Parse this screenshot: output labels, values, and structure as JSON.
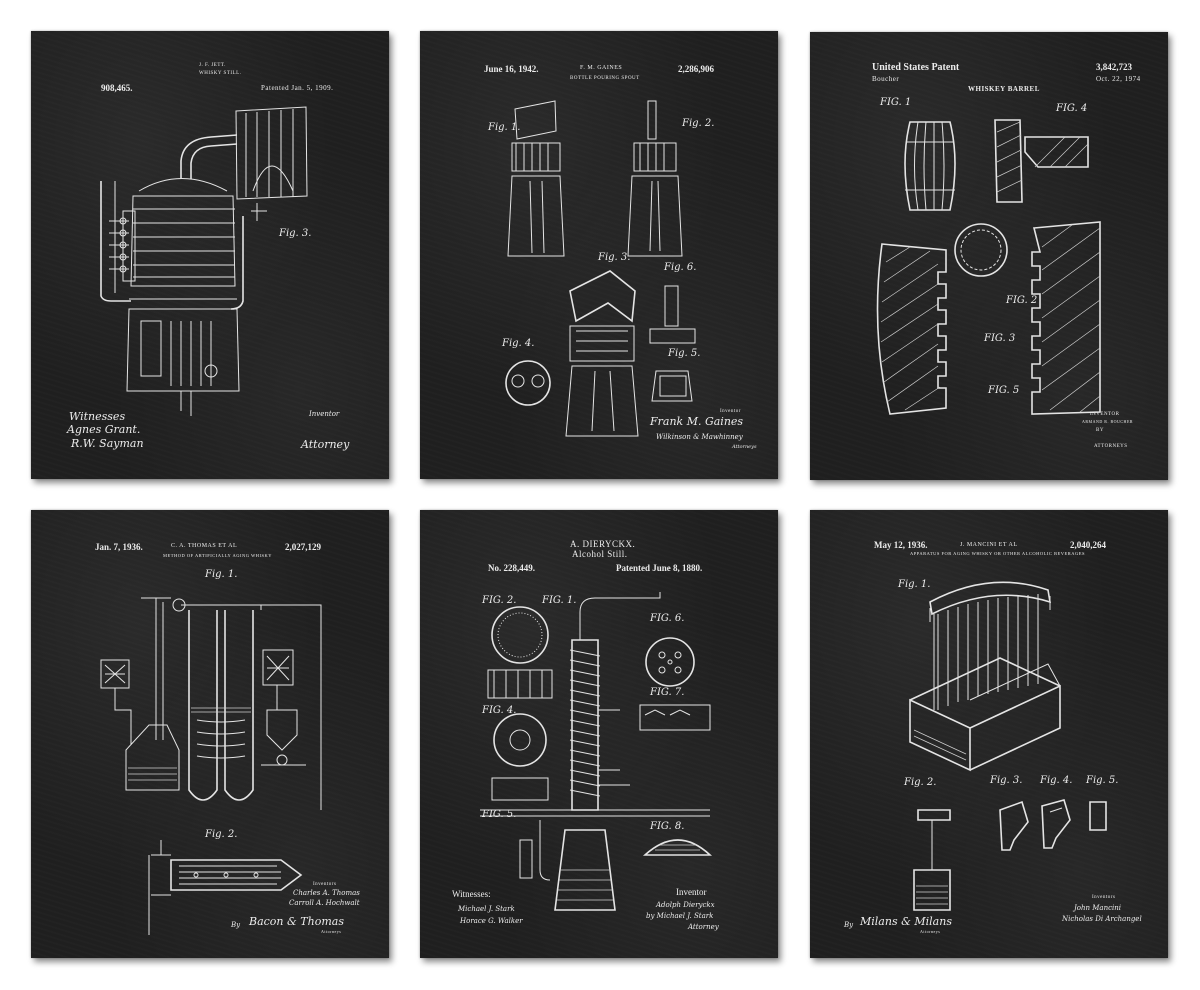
{
  "posters": [
    {
      "inventor_header": "J. F. JETT.",
      "subtitle": "WHISKY STILL.",
      "number": "908,465.",
      "date": "Patented Jan. 5, 1909.",
      "figure_label": "Fig. 3.",
      "witnesses_label": "Witnesses",
      "witness_1": "Agnes Grant.",
      "witness_2": "R.W. Sayman",
      "inventor_label": "Inventor",
      "attorney_label": "Attorney"
    },
    {
      "date": "June 16, 1942.",
      "inventor_header": "F. M. GAINES",
      "number": "2,286,906",
      "subtitle": "BOTTLE POURING SPOUT",
      "fig_1": "Fig. 1.",
      "fig_2": "Fig. 2.",
      "fig_3": "Fig. 3.",
      "fig_4": "Fig. 4.",
      "fig_5": "Fig. 5.",
      "fig_6": "Fig. 6.",
      "inventor_label": "Inventor",
      "signature": "Frank M. Gaines",
      "attorneys": "Wilkinson & Mawhinney",
      "attorneys_label": "Attorneys"
    },
    {
      "header": "United States Patent",
      "number": "3,842,723",
      "assignee": "Boucher",
      "date": "Oct. 22, 1974",
      "title": "WHISKEY BARREL",
      "fig_1": "FIG. 1",
      "fig_2": "FIG. 2",
      "fig_3": "FIG. 3",
      "fig_4": "FIG. 4",
      "fig_5": "FIG. 5",
      "inventor_label": "INVENTOR",
      "inventor_name": "ARMAND R. BOUCHER",
      "by_label": "BY",
      "attorneys_label": "ATTORNEYS"
    },
    {
      "date": "Jan. 7, 1936.",
      "inventor_header": "C. A. THOMAS ET AL",
      "number": "2,027,129",
      "subtitle": "METHOD OF ARTIFICIALLY AGING WHISKY",
      "fig_1": "Fig. 1.",
      "fig_2": "Fig. 2.",
      "inventors_label": "Inventors",
      "inventor_1": "Charles A. Thomas",
      "inventor_2": "Carroll A. Hochwalt",
      "by_label": "By",
      "attorneys": "Bacon & Thomas",
      "attorneys_label": "Attorneys"
    },
    {
      "inventor_header": "A. DIERYCKX.",
      "subtitle": "Alcohol Still.",
      "number": "No. 228,449.",
      "date": "Patented June 8, 1880.",
      "fig_1": "FIG. 1.",
      "fig_2": "FIG. 2.",
      "fig_4": "FIG. 4.",
      "fig_5": "FIG. 5.",
      "fig_6": "FIG. 6.",
      "fig_7": "FIG. 7.",
      "fig_8": "FIG. 8.",
      "witnesses_label": "Witnesses:",
      "witness_1": "Michael J. Stark",
      "witness_2": "Horace G. Walker",
      "inventor_label": "Inventor",
      "signature": "Adolph Dieryckx",
      "by_line": "by Michael J. Stark",
      "attorney_label": "Attorney"
    },
    {
      "date": "May 12, 1936.",
      "inventor_header": "J. MANCINI ET AL",
      "number": "2,040,264",
      "subtitle": "APPARATUS FOR AGING WHISKY OR OTHER ALCOHOLIC BEVERAGES",
      "fig_1": "Fig. 1.",
      "fig_2": "Fig. 2.",
      "fig_3": "Fig. 3.",
      "fig_4": "Fig. 4.",
      "fig_5": "Fig. 5.",
      "inventors_label": "Inventors",
      "inventor_1": "John Mancini",
      "inventor_2": "Nicholas Di Archangel",
      "by_label": "By",
      "attorneys": "Milans & Milans",
      "attorneys_label": "Attorneys"
    }
  ],
  "colors": {
    "page_background": "#ffffff",
    "board": "#1f1f1f",
    "chalk": "#e9e9e9"
  }
}
